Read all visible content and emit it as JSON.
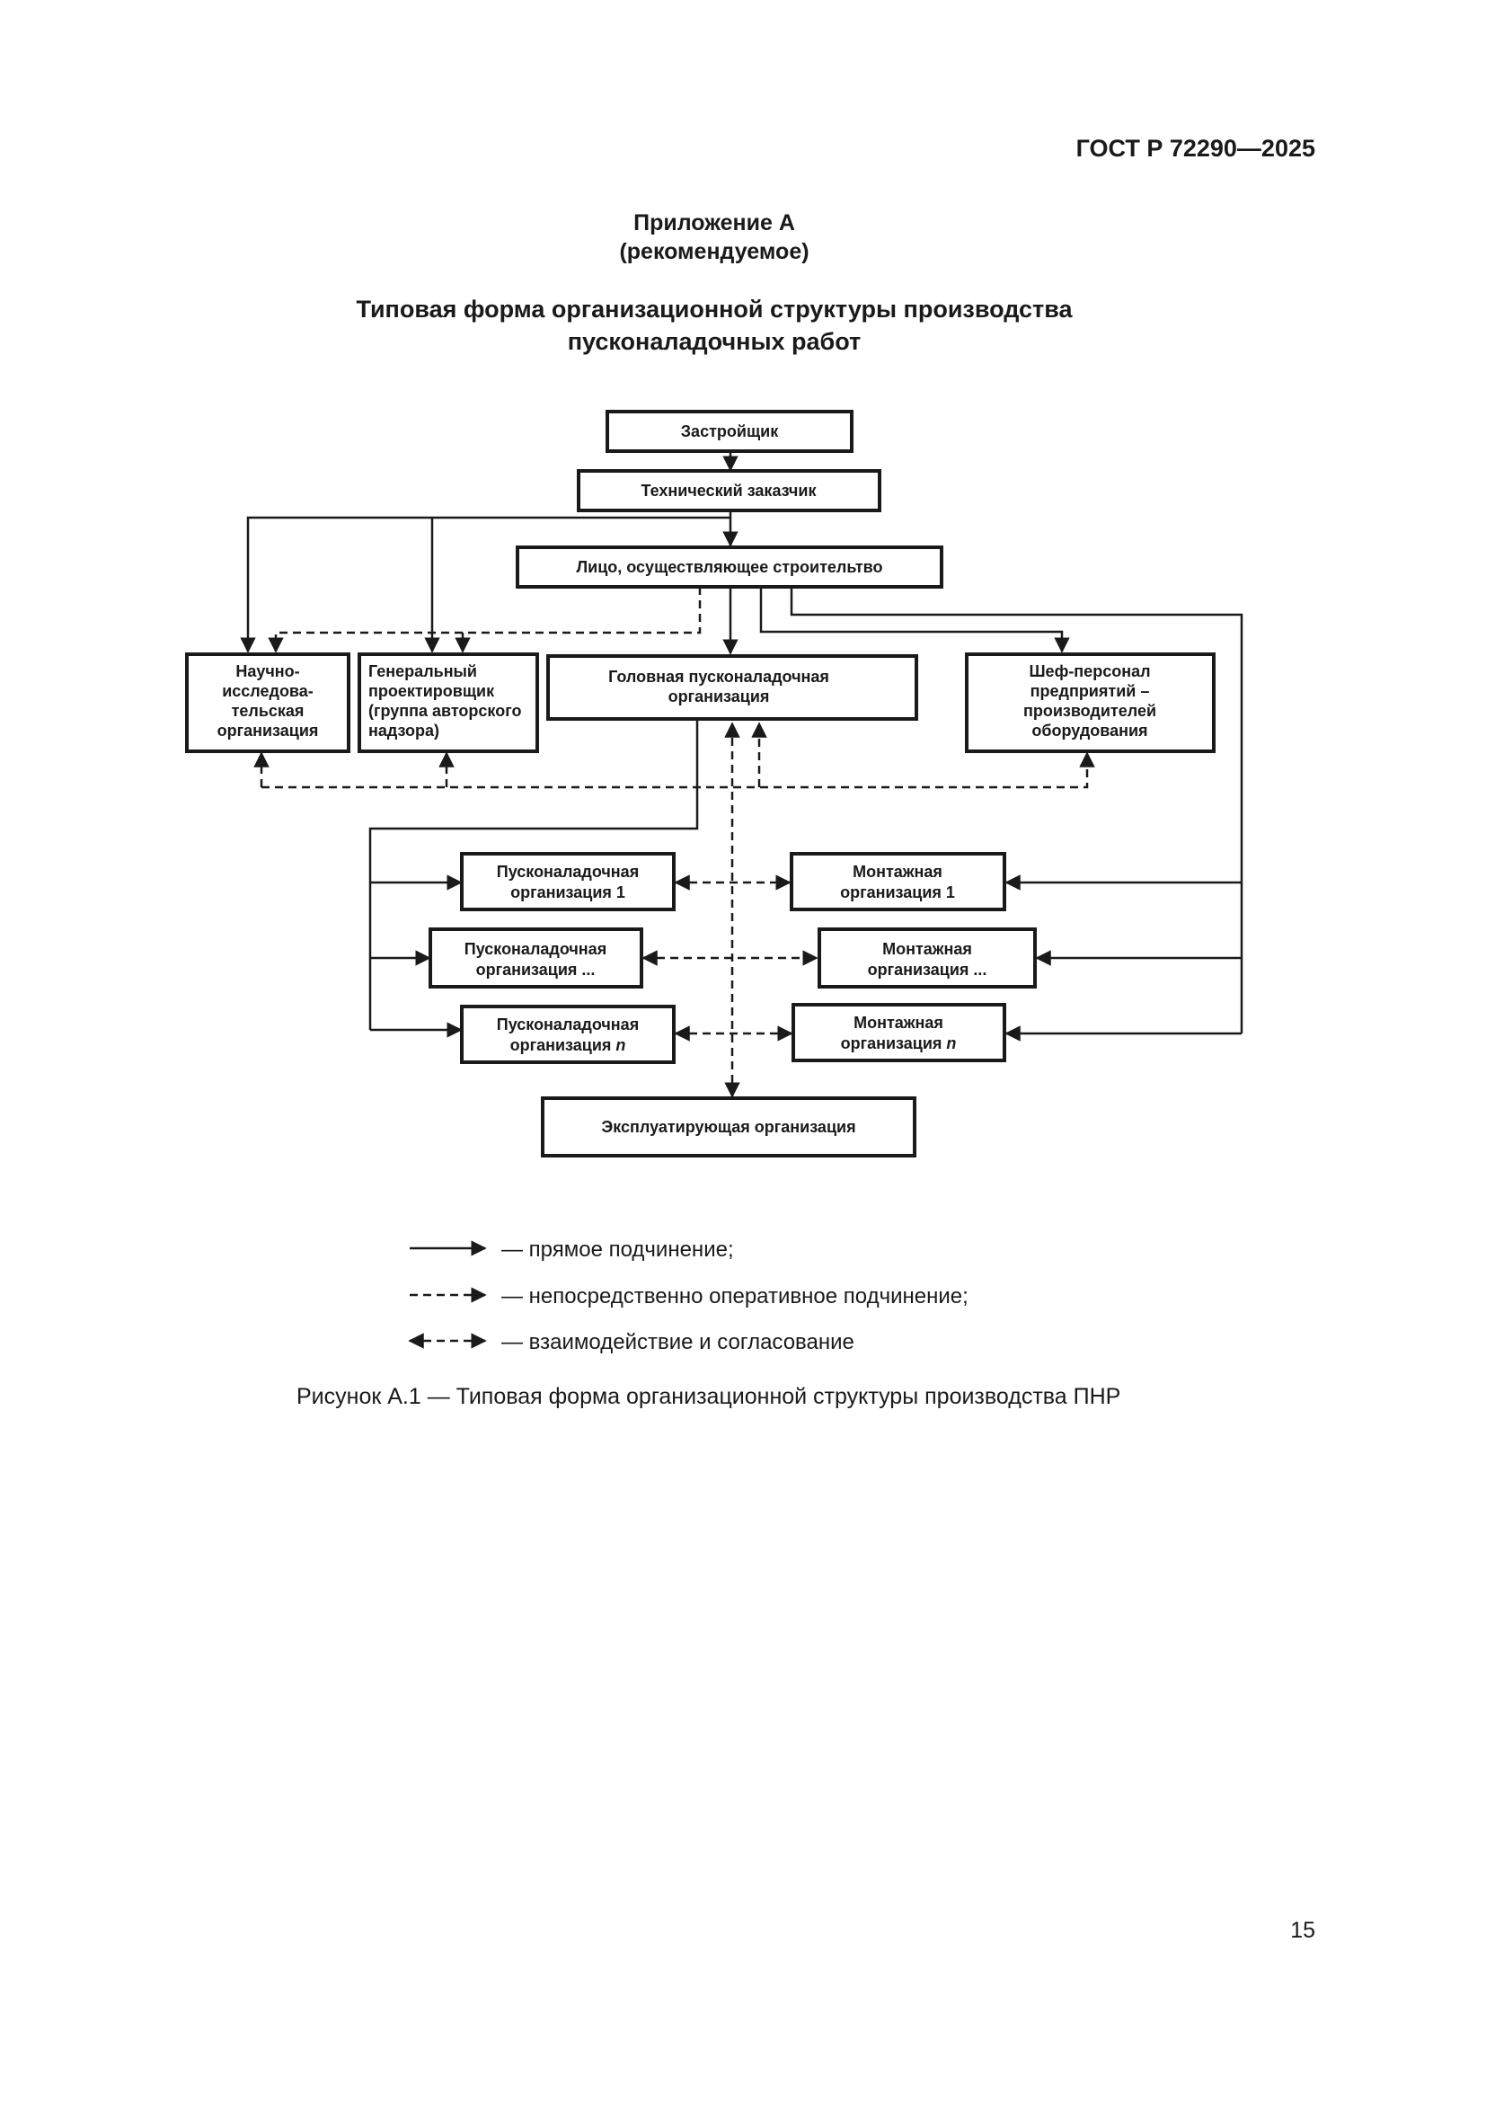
{
  "header": {
    "document_code": "ГОСТ Р 72290—2025"
  },
  "appendix": {
    "title": "Приложение А",
    "status": "(рекомендуемое)"
  },
  "title": {
    "line1": "Типовая форма организационной структуры производства",
    "line2": "пусконаладочных работ"
  },
  "diagram": {
    "developer": "Застройщик",
    "technical_customer": "Технический заказчик",
    "construction_contractor": "Лицо, осуществляющее строительтво",
    "research_org": [
      "Научно-",
      "исследова-",
      "тельская",
      "организация"
    ],
    "general_designer": [
      "Генеральный",
      "проектировщик",
      "(группа авторского",
      "надзора)"
    ],
    "lead_commissioning_org": [
      "Головная пусконаладочная",
      "организация"
    ],
    "chief_personnel": [
      "Шеф-персонал",
      "предприятий –",
      "производителей",
      "оборудования"
    ],
    "commissioning_1": [
      "Пусконаладочная",
      "организация 1"
    ],
    "commissioning_dots": [
      "Пусконаладочная",
      "организация ..."
    ],
    "commissioning_n": [
      "Пусконаладочная",
      "организация ",
      "n"
    ],
    "installation_1": [
      "Монтажная",
      "организация 1"
    ],
    "installation_dots": [
      "Монтажная",
      "организация ..."
    ],
    "installation_n": [
      "Монтажная",
      "организация ",
      "n"
    ],
    "operating_org": "Эксплуатирующая организация"
  },
  "legend": {
    "solid": "— прямое подчинение;",
    "dashed": "— непосредственно оперативное подчинение;",
    "bidirectional": "— взаимодействие и согласование"
  },
  "caption": "Рисунок А.1 — Типовая форма организационной структуры производства ПНР",
  "page_number": "15"
}
